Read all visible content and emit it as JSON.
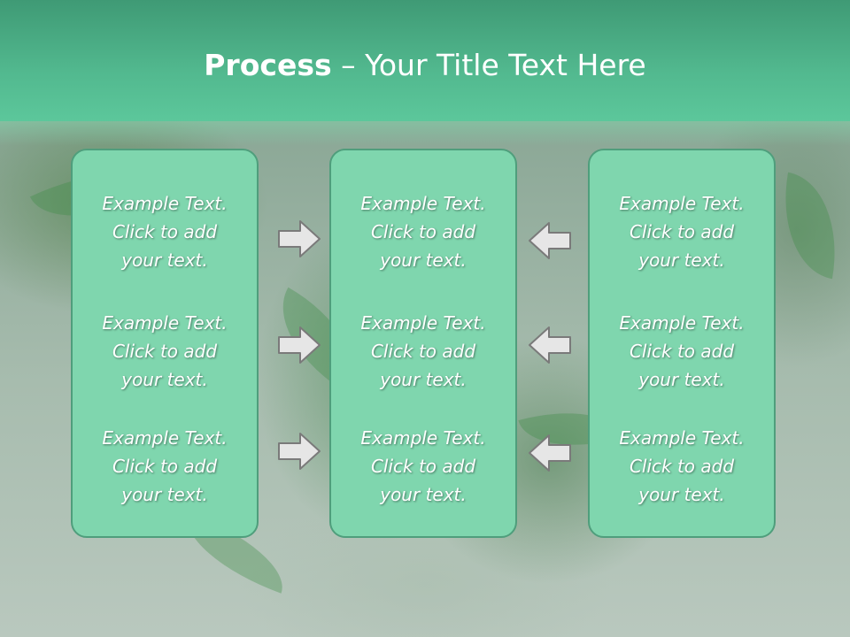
{
  "slide": {
    "title_bold": "Process",
    "title_rest": " – Your Title Text Here"
  },
  "panels": [
    {
      "items": [
        {
          "text": "Example Text.\nClick  to add\nyour text."
        },
        {
          "text": "Example Text.\nClick  to add\nyour text."
        },
        {
          "text": "Example Text.\nClick  to add\nyour text."
        }
      ]
    },
    {
      "items": [
        {
          "text": "Example Text.\nClick  to add\nyour text."
        },
        {
          "text": "Example Text.\nClick  to add\nyour text."
        },
        {
          "text": "Example Text.\nClick  to add\nyour text."
        }
      ]
    },
    {
      "items": [
        {
          "text": "Example Text.\nClick  to add\nyour text."
        },
        {
          "text": "Example Text.\nClick  to add\nyour text."
        },
        {
          "text": "Example Text.\nClick  to add\nyour text."
        }
      ]
    }
  ],
  "arrows": {
    "left_column": [
      "arrow-right-icon",
      "arrow-right-icon",
      "arrow-right-icon"
    ],
    "right_column": [
      "arrow-left-icon",
      "arrow-left-icon",
      "arrow-left-icon"
    ]
  },
  "colors": {
    "header": "#52b98f",
    "panel_fill": "#7fd6ae",
    "panel_border": "#4f9e7c",
    "arrow_fill": "#e6e6e6",
    "arrow_stroke": "#7a7a7a"
  }
}
